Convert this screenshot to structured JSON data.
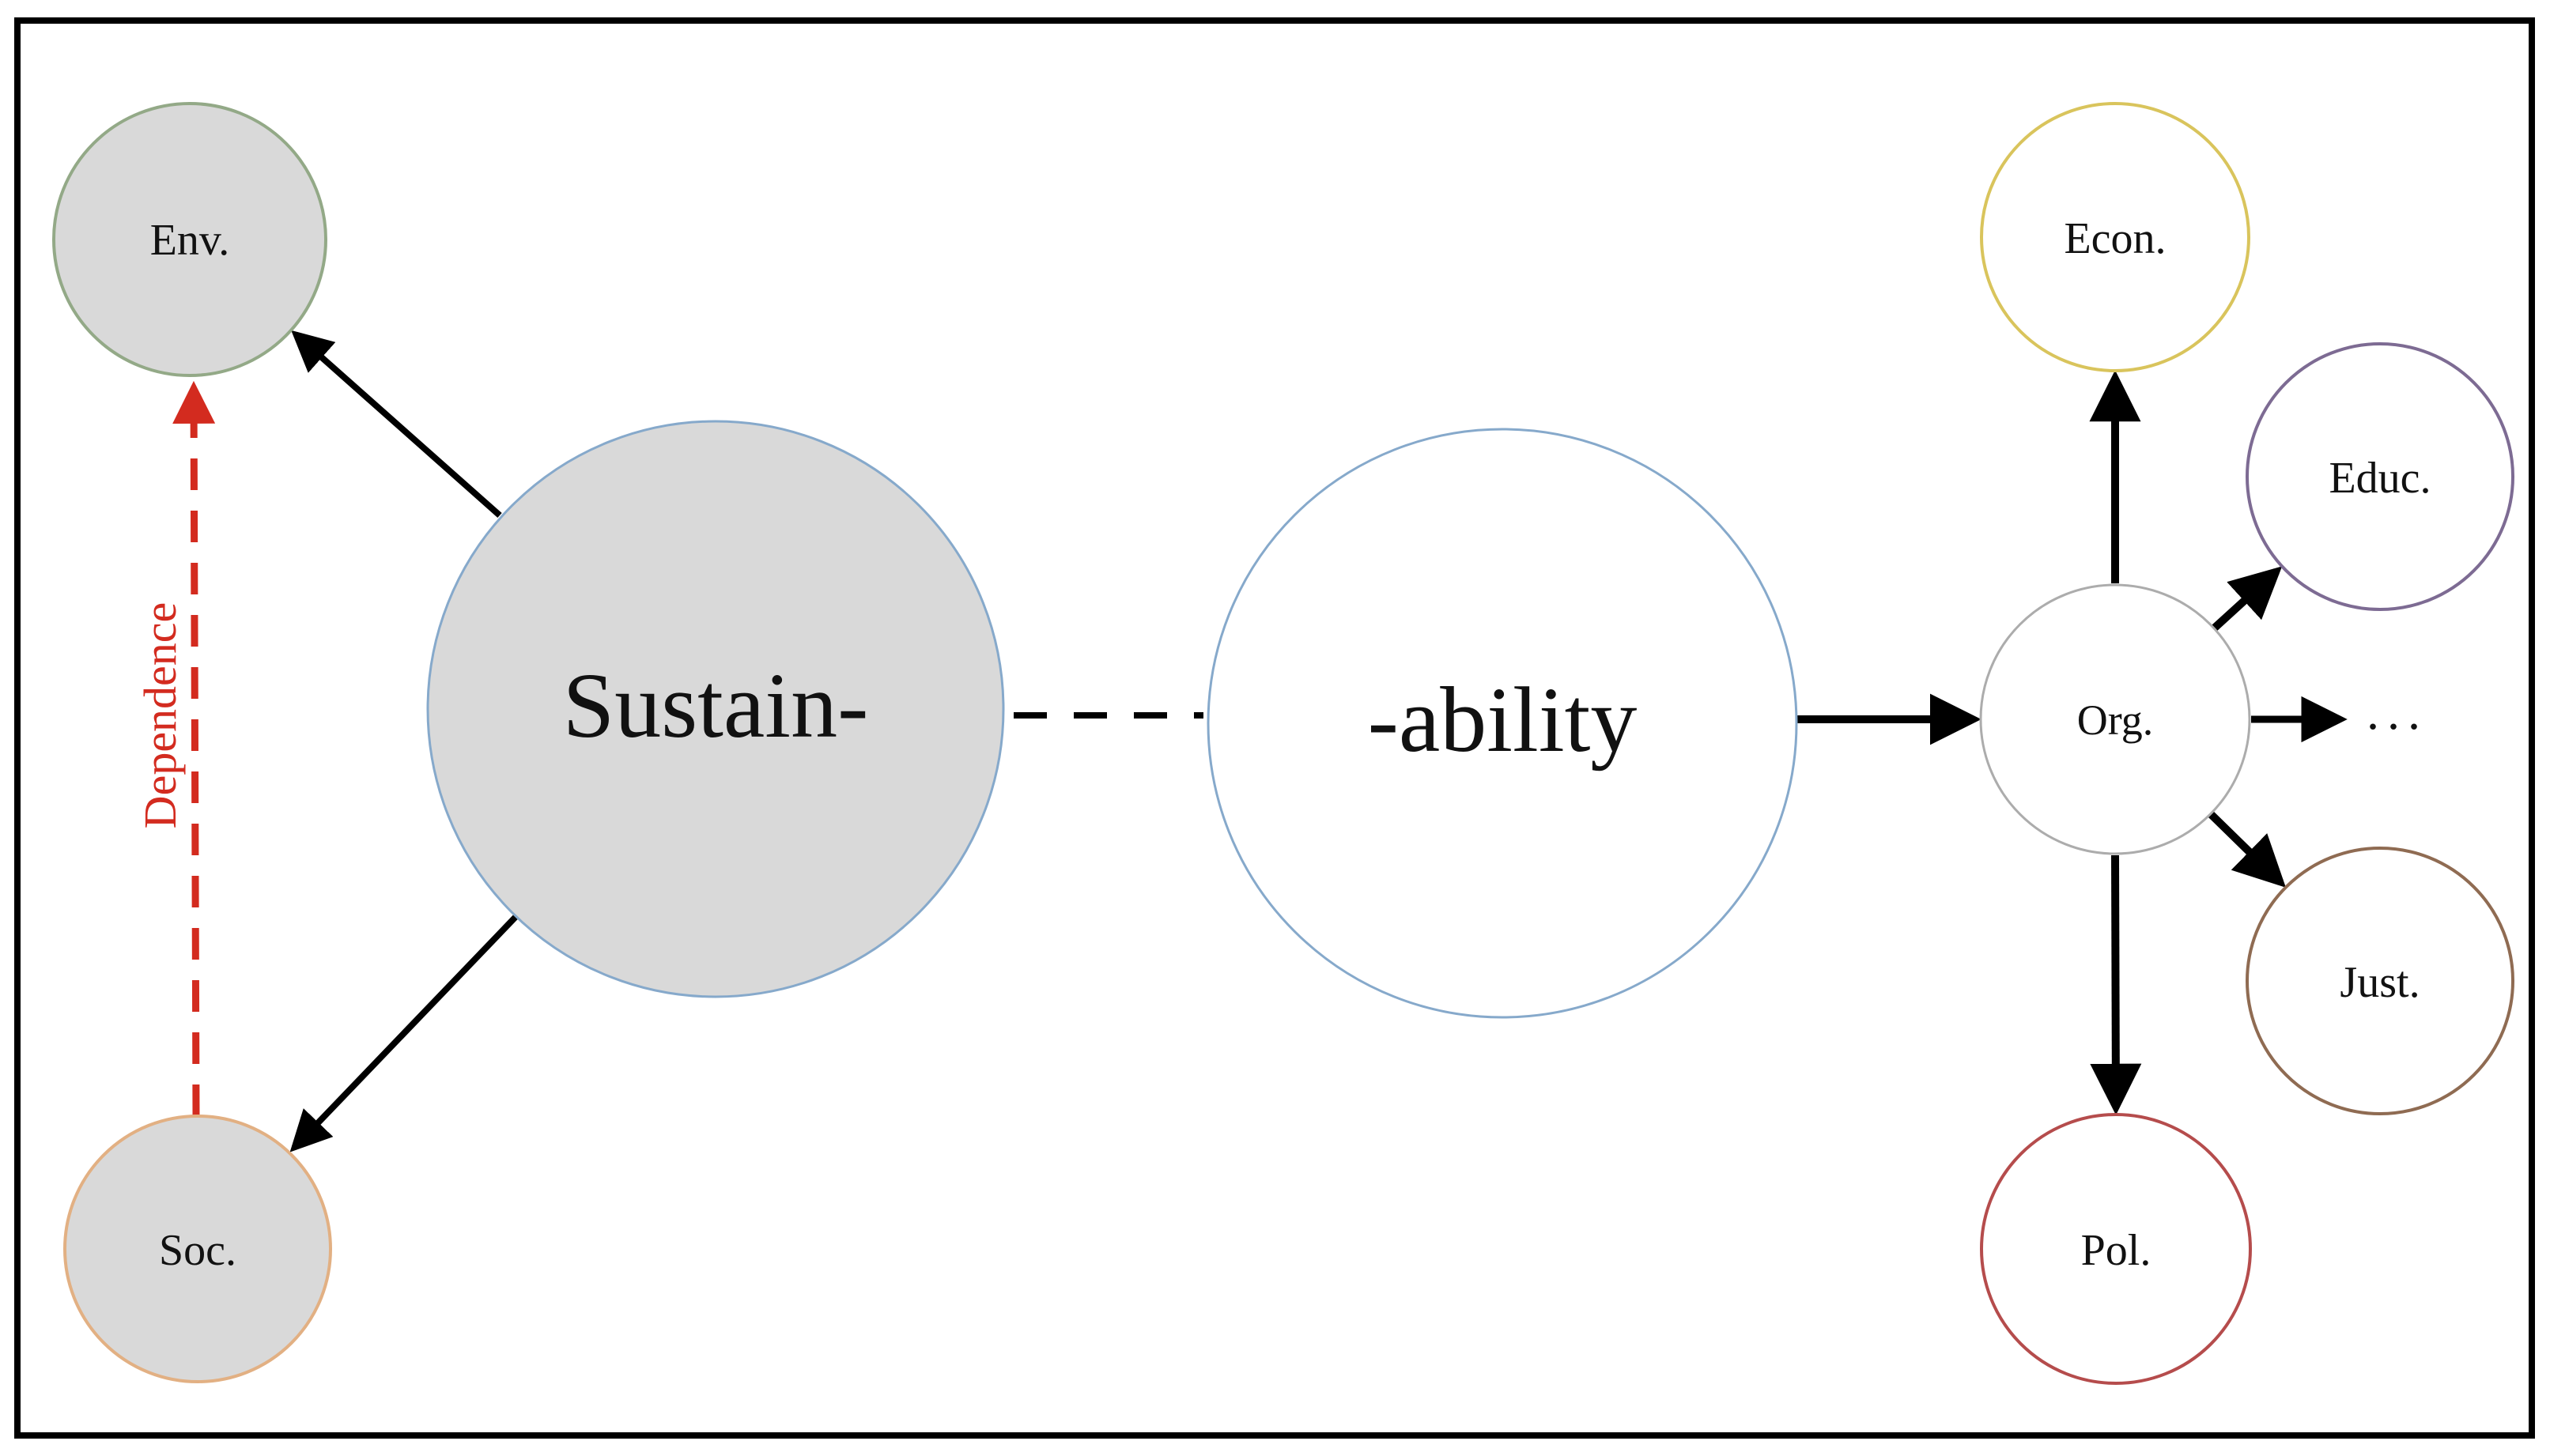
{
  "diagram": {
    "nodes": {
      "sustain": {
        "label": "Sustain-"
      },
      "ability": {
        "label": "-ability"
      },
      "env": {
        "label": "Env."
      },
      "soc": {
        "label": "Soc."
      },
      "org": {
        "label": "Org."
      },
      "econ": {
        "label": "Econ."
      },
      "educ": {
        "label": "Educ."
      },
      "just": {
        "label": "Just."
      },
      "pol": {
        "label": "Pol."
      },
      "more": {
        "label": "..."
      }
    },
    "edge_labels": {
      "dependence": "Dependence"
    },
    "colors": {
      "frame": "#000000",
      "node_fill_gray": "#d9d9d9",
      "node_fill_white": "#ffffff",
      "core_border": "#86a9cb",
      "env_border": "#93a987",
      "soc_border": "#e2b083",
      "org_border": "#acacac",
      "econ_border": "#d9c45c",
      "educ_border": "#7d6b93",
      "just_border": "#8f6b52",
      "pol_border": "#b54c4c",
      "dependence_red": "#d32b1f",
      "arrow_black": "#000000"
    }
  }
}
